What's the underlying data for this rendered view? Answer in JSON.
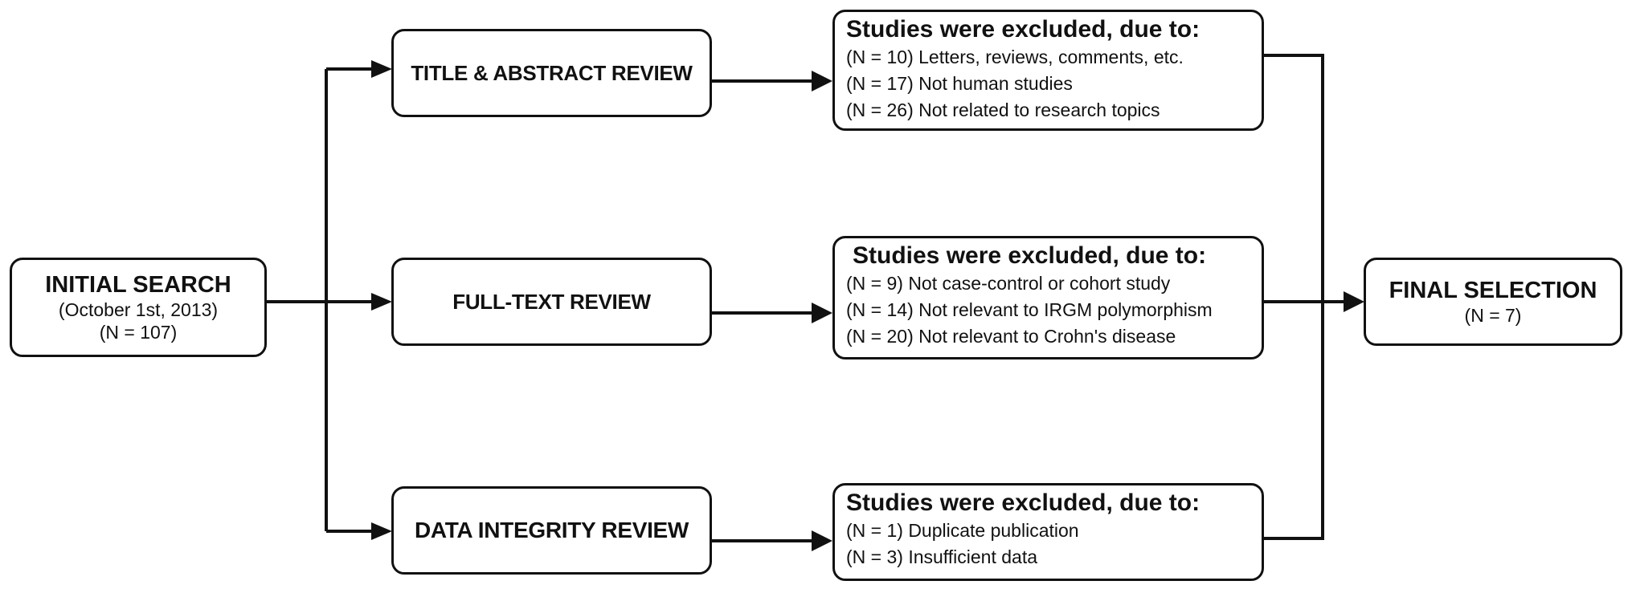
{
  "initial_search": {
    "title": "INITIAL SEARCH",
    "date": "(October 1st, 2013)",
    "count": "(N = 107)"
  },
  "reviews": {
    "title_abstract": "TITLE & ABSTRACT REVIEW",
    "full_text": "FULL-TEXT REVIEW",
    "data_integrity": "DATA INTEGRITY REVIEW"
  },
  "exclusions": {
    "title_abstract": {
      "heading": "Studies were excluded, due to:",
      "items": [
        "(N = 10) Letters, reviews, comments, etc.",
        "(N = 17) Not human studies",
        "(N = 26) Not related to research topics"
      ]
    },
    "full_text": {
      "heading": "Studies were excluded, due to:",
      "items": [
        "(N = 9) Not case-control or cohort study",
        "(N = 14) Not relevant to IRGM polymorphism",
        "(N = 20) Not relevant to Crohn's disease"
      ]
    },
    "data_integrity": {
      "heading": "Studies were excluded, due to:",
      "items": [
        "(N = 1) Duplicate publication",
        "(N = 3) Insufficient data"
      ]
    }
  },
  "final_selection": {
    "title": "FINAL SELECTION",
    "count": "(N = 7)"
  }
}
